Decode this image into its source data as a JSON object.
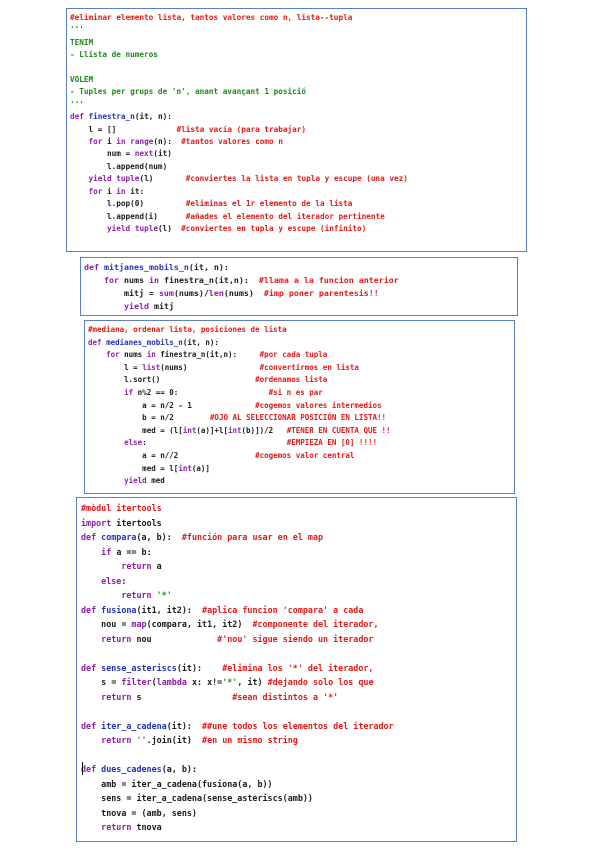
{
  "colors": {
    "keyword": "#8b1fa8",
    "comment": "#e01a1a",
    "function": "#2233bb",
    "string": "#1a8a1a",
    "docstring": "#1a8a1a",
    "text": "#1a1a1a",
    "panel_border": "#5b7fc7"
  },
  "panels": [
    {
      "id": "finestra",
      "lines": [
        [
          [
            "cm",
            "#eliminar elemento lista, tantos valores como n, lista--tupla"
          ]
        ],
        [
          [
            "ds",
            "'''"
          ]
        ],
        [
          [
            "ds",
            "TENIM"
          ]
        ],
        [
          [
            "ds",
            "- Llista de numeros"
          ]
        ],
        [
          [
            "ds",
            ""
          ]
        ],
        [
          [
            "ds",
            "VOLEM"
          ]
        ],
        [
          [
            "ds",
            "- Tuples per grups de 'n', anant avançant 1 posició"
          ]
        ],
        [
          [
            "ds",
            "'''"
          ]
        ],
        [
          [
            "kw",
            "def "
          ],
          [
            "fn",
            "finestra_n"
          ],
          [
            "tx",
            "(it, n):"
          ]
        ],
        [
          [
            "tx",
            "    l = []             "
          ],
          [
            "cm",
            "#lista vacía (para trabajar)"
          ]
        ],
        [
          [
            "tx",
            "    "
          ],
          [
            "kw",
            "for "
          ],
          [
            "tx",
            "i "
          ],
          [
            "kw",
            "in "
          ],
          [
            "bi",
            "range"
          ],
          [
            "tx",
            "(n):  "
          ],
          [
            "cm",
            "#tantos valores como n"
          ]
        ],
        [
          [
            "tx",
            "        num = "
          ],
          [
            "bi",
            "next"
          ],
          [
            "tx",
            "(it)"
          ]
        ],
        [
          [
            "tx",
            "        l.append(num)"
          ]
        ],
        [
          [
            "tx",
            "    "
          ],
          [
            "kw",
            "yield "
          ],
          [
            "bi",
            "tuple"
          ],
          [
            "tx",
            "(l)       "
          ],
          [
            "cm",
            "#conviertes la lista en tupla y escupe (una vez)"
          ]
        ],
        [
          [
            "tx",
            "    "
          ],
          [
            "kw",
            "for "
          ],
          [
            "tx",
            "i "
          ],
          [
            "kw",
            "in "
          ],
          [
            "tx",
            "it:"
          ]
        ],
        [
          [
            "tx",
            "        l.pop(0)         "
          ],
          [
            "cm",
            "#eliminas el 1r elemento de la lista"
          ]
        ],
        [
          [
            "tx",
            "        l.append(i)      "
          ],
          [
            "cm",
            "#añades el elemento del iterador pertinente"
          ]
        ],
        [
          [
            "tx",
            "        "
          ],
          [
            "kw",
            "yield "
          ],
          [
            "bi",
            "tuple"
          ],
          [
            "tx",
            "(l)  "
          ],
          [
            "cm",
            "#conviertes en tupla y escupe (infinito)"
          ]
        ]
      ]
    },
    {
      "id": "mitjanes",
      "lines": [
        [
          [
            "kw",
            "def "
          ],
          [
            "fn",
            "mitjanes_mobils_n"
          ],
          [
            "tx",
            "(it, n):"
          ]
        ],
        [
          [
            "tx",
            "    "
          ],
          [
            "kw",
            "for "
          ],
          [
            "tx",
            "nums "
          ],
          [
            "kw",
            "in "
          ],
          [
            "tx",
            "finestra_n(it,n):  "
          ],
          [
            "cm",
            "#llama a la funcion anterior"
          ]
        ],
        [
          [
            "tx",
            "        mitj = "
          ],
          [
            "bi",
            "sum"
          ],
          [
            "tx",
            "(nums)/"
          ],
          [
            "bi",
            "len"
          ],
          [
            "tx",
            "(nums)  "
          ],
          [
            "cm",
            "#imp poner parentesis!!"
          ]
        ],
        [
          [
            "tx",
            "        "
          ],
          [
            "kw",
            "yield "
          ],
          [
            "tx",
            "mitj"
          ]
        ]
      ]
    },
    {
      "id": "medianes",
      "lines": [
        [
          [
            "cm",
            "#mediana, ordenar lista, posiciones de lista"
          ]
        ],
        [
          [
            "kw",
            "def "
          ],
          [
            "fn",
            "medianes_mobils_n"
          ],
          [
            "tx",
            "(it, n):"
          ]
        ],
        [
          [
            "tx",
            "    "
          ],
          [
            "kw",
            "for "
          ],
          [
            "tx",
            "nums "
          ],
          [
            "kw",
            "in "
          ],
          [
            "tx",
            "finestra_n(it,n):     "
          ],
          [
            "cm",
            "#por cada tupla"
          ]
        ],
        [
          [
            "tx",
            "        l = "
          ],
          [
            "bi",
            "list"
          ],
          [
            "tx",
            "(nums)                "
          ],
          [
            "cm",
            "#convertirmos en lista"
          ]
        ],
        [
          [
            "tx",
            "        l.sort()                     "
          ],
          [
            "cm",
            "#ordenamos lista"
          ]
        ],
        [
          [
            "tx",
            "        "
          ],
          [
            "kw",
            "if "
          ],
          [
            "tx",
            "n%2 == 0:                    "
          ],
          [
            "cm",
            "#si n es par"
          ]
        ],
        [
          [
            "tx",
            "            a = n/2 - 1              "
          ],
          [
            "cm",
            "#cogemos valores intermedios"
          ]
        ],
        [
          [
            "tx",
            "            b = n/2        "
          ],
          [
            "cm",
            "#OJO AL SELECCIONAR POSICIÓN EN LISTA!!"
          ]
        ],
        [
          [
            "tx",
            "            med = (l["
          ],
          [
            "bi",
            "int"
          ],
          [
            "tx",
            "(a)]+l["
          ],
          [
            "bi",
            "int"
          ],
          [
            "tx",
            "(b)])/2   "
          ],
          [
            "cm",
            "#TENER EN CUENTA QUE !!"
          ]
        ],
        [
          [
            "tx",
            "        "
          ],
          [
            "kw",
            "else"
          ],
          [
            "tx",
            ":                               "
          ],
          [
            "cm",
            "#EMPIEZA EN [0] !!!!"
          ]
        ],
        [
          [
            "tx",
            "            a = n//2                 "
          ],
          [
            "cm",
            "#cogemos valor central"
          ]
        ],
        [
          [
            "tx",
            "            med = l["
          ],
          [
            "bi",
            "int"
          ],
          [
            "tx",
            "(a)]"
          ]
        ],
        [
          [
            "tx",
            "        "
          ],
          [
            "kw",
            "yield "
          ],
          [
            "tx",
            "med"
          ]
        ]
      ]
    },
    {
      "id": "itertools",
      "lines": [
        [
          [
            "cm",
            "#mòdul itertools"
          ]
        ],
        [
          [
            "kw",
            "import "
          ],
          [
            "tx",
            "itertools"
          ]
        ],
        [
          [
            "kw",
            "def "
          ],
          [
            "fn",
            "compara"
          ],
          [
            "tx",
            "(a, b):  "
          ],
          [
            "cm",
            "#función para usar en el map"
          ]
        ],
        [
          [
            "tx",
            "    "
          ],
          [
            "kw",
            "if "
          ],
          [
            "tx",
            "a == b:"
          ]
        ],
        [
          [
            "tx",
            "        "
          ],
          [
            "kw",
            "return "
          ],
          [
            "tx",
            "a"
          ]
        ],
        [
          [
            "tx",
            "    "
          ],
          [
            "kw",
            "else"
          ],
          [
            "tx",
            ":"
          ]
        ],
        [
          [
            "tx",
            "        "
          ],
          [
            "kw",
            "return "
          ],
          [
            "st",
            "'*'"
          ]
        ],
        [
          [
            "kw",
            "def "
          ],
          [
            "fn",
            "fusiona"
          ],
          [
            "tx",
            "(it1, it2):  "
          ],
          [
            "cm",
            "#aplica funcion 'compara' a cada"
          ]
        ],
        [
          [
            "tx",
            "    nou = "
          ],
          [
            "bi",
            "map"
          ],
          [
            "tx",
            "(compara, it1, it2)  "
          ],
          [
            "cm",
            "#componente del iterador,"
          ]
        ],
        [
          [
            "tx",
            "    "
          ],
          [
            "kw",
            "return "
          ],
          [
            "tx",
            "nou             "
          ],
          [
            "cm",
            "#'nou' sigue siendo un iterador"
          ]
        ],
        [
          [
            "tx",
            ""
          ]
        ],
        [
          [
            "kw",
            "def "
          ],
          [
            "fn",
            "sense_asteriscs"
          ],
          [
            "tx",
            "(it):    "
          ],
          [
            "cm",
            "#elimina los '*' del iterador,"
          ]
        ],
        [
          [
            "tx",
            "    s = "
          ],
          [
            "bi",
            "filter"
          ],
          [
            "tx",
            "("
          ],
          [
            "kw",
            "lambda "
          ],
          [
            "tx",
            "x: x!="
          ],
          [
            "st",
            "'*'"
          ],
          [
            "tx",
            ", it) "
          ],
          [
            "cm",
            "#dejando solo los que"
          ]
        ],
        [
          [
            "tx",
            "    "
          ],
          [
            "kw",
            "return "
          ],
          [
            "tx",
            "s                  "
          ],
          [
            "cm",
            "#sean distintos a '*'"
          ]
        ],
        [
          [
            "tx",
            ""
          ]
        ],
        [
          [
            "kw",
            "def "
          ],
          [
            "fn",
            "iter_a_cadena"
          ],
          [
            "tx",
            "(it):  "
          ],
          [
            "cm",
            "##une todos los elementos del iterador"
          ]
        ],
        [
          [
            "tx",
            "    "
          ],
          [
            "kw",
            "return "
          ],
          [
            "st",
            "''"
          ],
          [
            "tx",
            ".join(it)  "
          ],
          [
            "cm",
            "#en un mismo string"
          ]
        ],
        [
          [
            "tx",
            ""
          ]
        ],
        [
          [
            "kw",
            "def "
          ],
          [
            "fn",
            "dues_cadenes"
          ],
          [
            "tx",
            "(a, b):"
          ]
        ],
        [
          [
            "tx",
            "    amb = iter_a_cadena(fusiona(a, b))"
          ]
        ],
        [
          [
            "tx",
            "    sens = iter_a_cadena(sense_asteriscs(amb))"
          ]
        ],
        [
          [
            "tx",
            "    tnova = (amb, sens)"
          ]
        ],
        [
          [
            "tx",
            "    "
          ],
          [
            "kw",
            "return "
          ],
          [
            "tx",
            "tnova"
          ]
        ]
      ]
    }
  ]
}
